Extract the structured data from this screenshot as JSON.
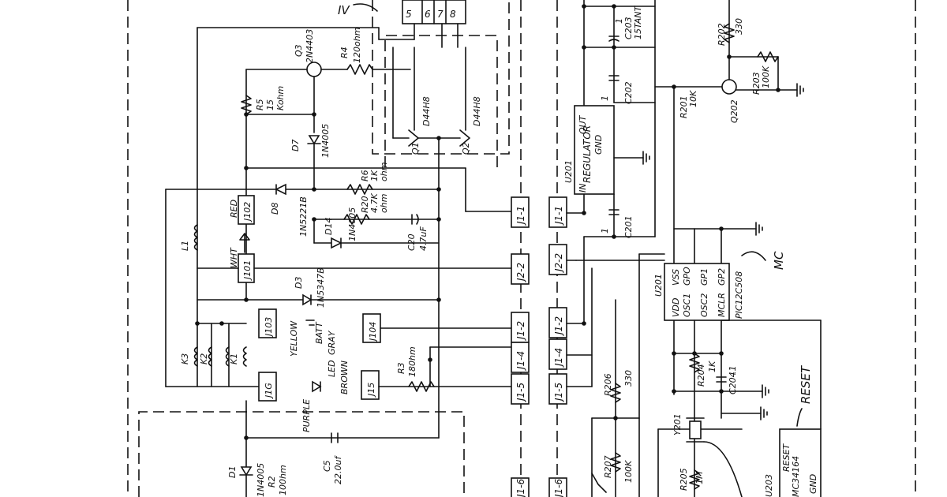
{
  "title_fragment": "IV",
  "ic_pins": [
    "5",
    "6",
    "7",
    "8"
  ],
  "transistors": {
    "q3": {
      "ref": "Q3",
      "part": "2N4403"
    },
    "q1": {
      "ref": "Q1",
      "part": "D44H8"
    },
    "q2": {
      "ref": "Q2",
      "part": "D44H8"
    },
    "q202": {
      "ref": "Q202"
    }
  },
  "resistors": {
    "r4": {
      "ref": "R4",
      "value": "120ohm"
    },
    "r5": {
      "ref": "R5",
      "value": "15",
      "value2": "Kohm"
    },
    "r6": {
      "ref": "R6",
      "value": "1K",
      "value2": "ohm"
    },
    "r20": {
      "ref": "R20",
      "value": "4.7K",
      "value2": "ohm"
    },
    "r3": {
      "ref": "R3",
      "value": "180hm"
    },
    "r2": {
      "ref": "R2",
      "value": "100hm"
    },
    "r201": {
      "ref": "R201",
      "value": "10K"
    },
    "r202": {
      "ref": "R202",
      "value": "330"
    },
    "r203": {
      "ref": "R203",
      "value": "100K"
    },
    "r204": {
      "ref": "R204",
      "value": "1K"
    },
    "r205": {
      "ref": "R205",
      "value": "1M"
    },
    "r206": {
      "ref": "R206",
      "value": "330"
    },
    "r207": {
      "ref": "R207",
      "value": "100K"
    }
  },
  "diodes": {
    "d7": {
      "ref": "D7",
      "part": "1N4005"
    },
    "d8": {
      "ref": "D8",
      "part": "1N5221B"
    },
    "d14": {
      "ref": "D14",
      "part": "1N4005"
    },
    "d3": {
      "ref": "D3",
      "part": "1N5347B"
    },
    "d1": {
      "ref": "D1",
      "part": "1N4005"
    }
  },
  "capacitors": {
    "c20": {
      "ref": "C20",
      "value": "4.7uF"
    },
    "c5": {
      "ref": "C5",
      "value": "22.0uf"
    },
    "c201": {
      "ref": "C201",
      "value": "1"
    },
    "c202": {
      "ref": "C202",
      "value": "1"
    },
    "c203": {
      "ref": "C203",
      "value": "1",
      "value2": "15TANT"
    },
    "c204": {
      "ref": "C204",
      "value": ".1"
    }
  },
  "inductors": {
    "l1": "L1",
    "k1": "K1",
    "k2": "K2",
    "k3": "K3"
  },
  "jacks": {
    "j101": "J101",
    "j102": "J102",
    "j103": "J103",
    "j104": "J104",
    "j15": "J15",
    "j16": "J1G"
  },
  "wire_colors": {
    "red": "RED",
    "wht": "WHT",
    "yellow": "YELLOW",
    "gray": "GRAY",
    "brown": "BROWN",
    "purple": "PURPLE",
    "batt": "BATT",
    "led": "LED"
  },
  "connectors": {
    "left": [
      "J1-1",
      "J2-2",
      "J1-2",
      "J1-4",
      "J1-5",
      "J1-6"
    ],
    "right": [
      "J1-1",
      "J2-2",
      "J1-2",
      "J1-4",
      "J1-5",
      "J1-6"
    ]
  },
  "regulator": {
    "ref": "U201",
    "name": "REGULATOR",
    "in": "IN",
    "out": "OUT",
    "gnd": "GND"
  },
  "mcu": {
    "ref": "U201",
    "part": "PIC12C508",
    "pins_left": [
      "VDD",
      "OSC1",
      "OSC2",
      "MCLR"
    ],
    "pins_right": [
      "VSS",
      "GPO",
      "GP1",
      "GP2"
    ],
    "note": "MC"
  },
  "crystal": {
    "ref": "Y201"
  },
  "reset_ic": {
    "ref": "U203",
    "part": "MC34164",
    "pin_reset": "RESET",
    "pin_gnd": "GND",
    "label": "RESET"
  }
}
